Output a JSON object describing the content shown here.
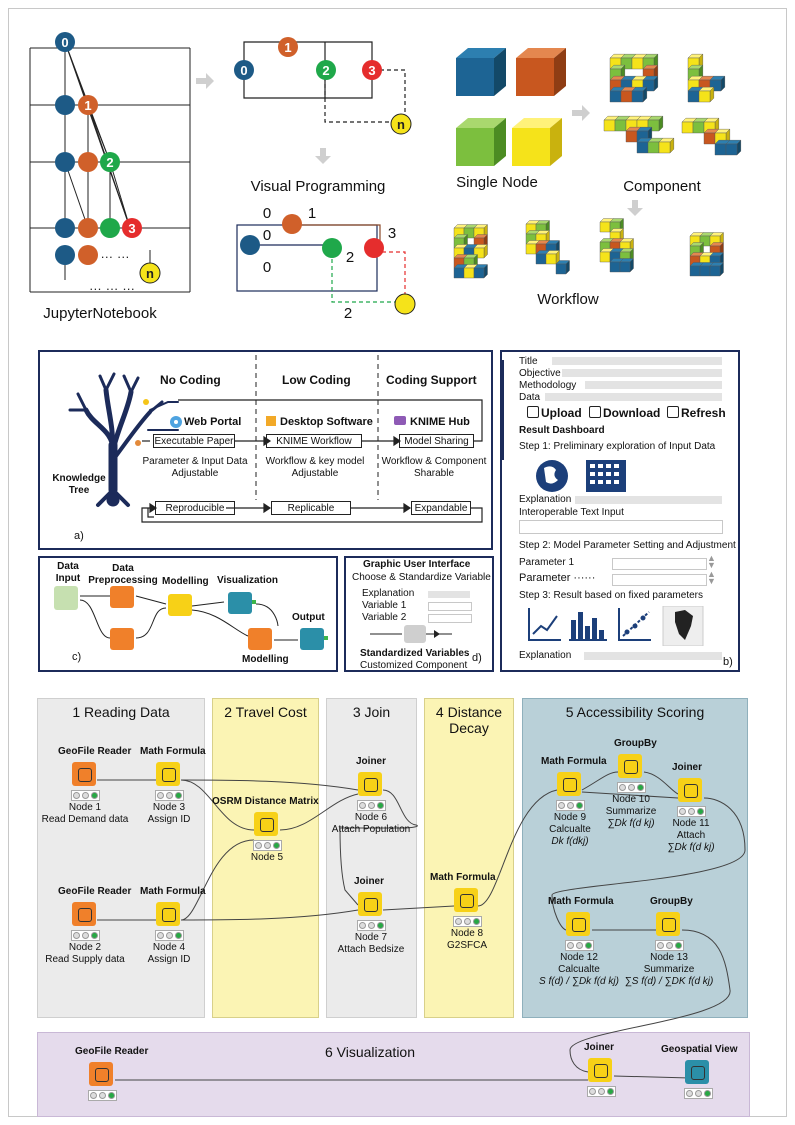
{
  "top": {
    "jupyter": {
      "label": "JupyterNotebook",
      "n0": "0",
      "n1": "1",
      "n2": "2",
      "n3": "3",
      "nn": "n",
      "dots1": "… …",
      "dots2": "… … …"
    },
    "vp": {
      "label": "Visual Programming",
      "n0": "0",
      "n1": "1",
      "n2": "2",
      "n3": "3",
      "nn": "n"
    },
    "vp2": {
      "l0a": "0",
      "l1": "1",
      "l0b": "0",
      "l0c": "0",
      "l2": "2",
      "l3": "3",
      "l2b": "2"
    },
    "single_node": "Single Node",
    "component": "Component",
    "workflow": "Workflow"
  },
  "panel_a": {
    "col1": "No Coding",
    "col2": "Low Coding",
    "col3": "Coding Support",
    "tree": "Knowledge Tree",
    "web_portal": "Web Portal",
    "desktop": "Desktop Software",
    "hub": "KNIME Hub",
    "box1": "Executable Paper",
    "box2": "KNIME Workflow",
    "box3": "Model Sharing",
    "desc1": "Parameter & Input Data Adjustable",
    "desc2": "Workflow & key model Adjustable",
    "desc3": "Workflow & Component Sharable",
    "r1": "Reproducible",
    "r2": "Replicable",
    "r3": "Expandable",
    "tag": "a)"
  },
  "panel_b": {
    "f1": "Title",
    "f2": "Objective",
    "f3": "Methodology",
    "f4": "Data",
    "upload": "Upload",
    "download": "Download",
    "refresh": "Refresh",
    "dashboard": "Result Dashboard",
    "step1": "Step 1:  Preliminary exploration of Input Data",
    "explanation": "Explanation",
    "interop": "Interoperable Text Input",
    "step2": "Step 2:  Model Parameter Setting and Adjustment",
    "param1": "Parameter 1",
    "param2": "Parameter ······",
    "step3": "Step 3:  Result based on fixed parameters",
    "explanation2": "Explanation",
    "tag": "b)"
  },
  "panel_c": {
    "input": "Data Input",
    "prep": "Data Preprocessing",
    "model1": "Modelling",
    "viz": "Visualization",
    "output": "Output",
    "model2": "Modelling",
    "tag": "c)"
  },
  "panel_d": {
    "title": "Graphic User Interface",
    "subtitle": "Choose & Standardize Variable",
    "explanation": "Explanation",
    "var1": "Variable 1",
    "var2": "Variable 2",
    "std": "Standardized Variables",
    "custom": "Customized Component",
    "tag": "d)"
  },
  "workflow": {
    "s1": "1 Reading Data",
    "s2": "2 Travel Cost",
    "s3": "3 Join",
    "s4": "4 Distance Decay",
    "s5": "5 Accessibility Scoring",
    "s6": "6 Visualization",
    "nodes": [
      {
        "title": "GeoFile Reader",
        "label": "Node 1",
        "sub": "Read Demand data",
        "color": "#f0802a"
      },
      {
        "title": "Math Formula",
        "label": "Node 3",
        "sub": "Assign ID",
        "color": "#f7d117"
      },
      {
        "title": "GeoFile Reader",
        "label": "Node 2",
        "sub": "Read Supply data",
        "color": "#f0802a"
      },
      {
        "title": "Math Formula",
        "label": "Node 4",
        "sub": "Assign ID",
        "color": "#f7d117"
      },
      {
        "title": "OSRM Distance Matrix",
        "label": "Node 5",
        "sub": "",
        "color": "#f7d117"
      },
      {
        "title": "Joiner",
        "label": "Node 6",
        "sub": "Attach Population",
        "color": "#f7d117"
      },
      {
        "title": "Joiner",
        "label": "Node 7",
        "sub": "Attach Bedsize",
        "color": "#f7d117"
      },
      {
        "title": "Math Formula",
        "label": "Node 8",
        "sub": "G2SFCA",
        "color": "#f7d117"
      },
      {
        "title": "Math Formula",
        "label": "Node 9",
        "sub": "Calcualte",
        "formula": "Dk f(dkj)",
        "color": "#f7d117"
      },
      {
        "title": "GroupBy",
        "label": "Node 10",
        "sub": "Summarize",
        "formula": "∑Dk f(d kj)",
        "color": "#f7d117"
      },
      {
        "title": "Joiner",
        "label": "Node 11",
        "sub": "Attach",
        "formula": "∑Dk f(d kj)",
        "color": "#f7d117"
      },
      {
        "title": "Math Formula",
        "label": "Node 12",
        "sub": "Calcualte",
        "formula": "S f(d) / ∑Dk f(d kj)",
        "color": "#f7d117"
      },
      {
        "title": "GroupBy",
        "label": "Node 13",
        "sub": "Summarize",
        "formula": "∑S f(d) / ∑DK f(d kj)",
        "color": "#f7d117"
      },
      {
        "title": "GeoFile Reader",
        "label": "",
        "sub": "",
        "color": "#f0802a"
      },
      {
        "title": "Joiner",
        "label": "",
        "sub": "",
        "color": "#f7d117"
      },
      {
        "title": "Geospatial View",
        "label": "",
        "sub": "",
        "color": "#2b8fa8"
      }
    ]
  },
  "colors": {
    "blue": "#1d5a86",
    "orange": "#d0602a",
    "green": "#1fa84a",
    "red": "#e52d2d",
    "yellow": "#f5e31a",
    "navy": "#1c2b5a"
  }
}
